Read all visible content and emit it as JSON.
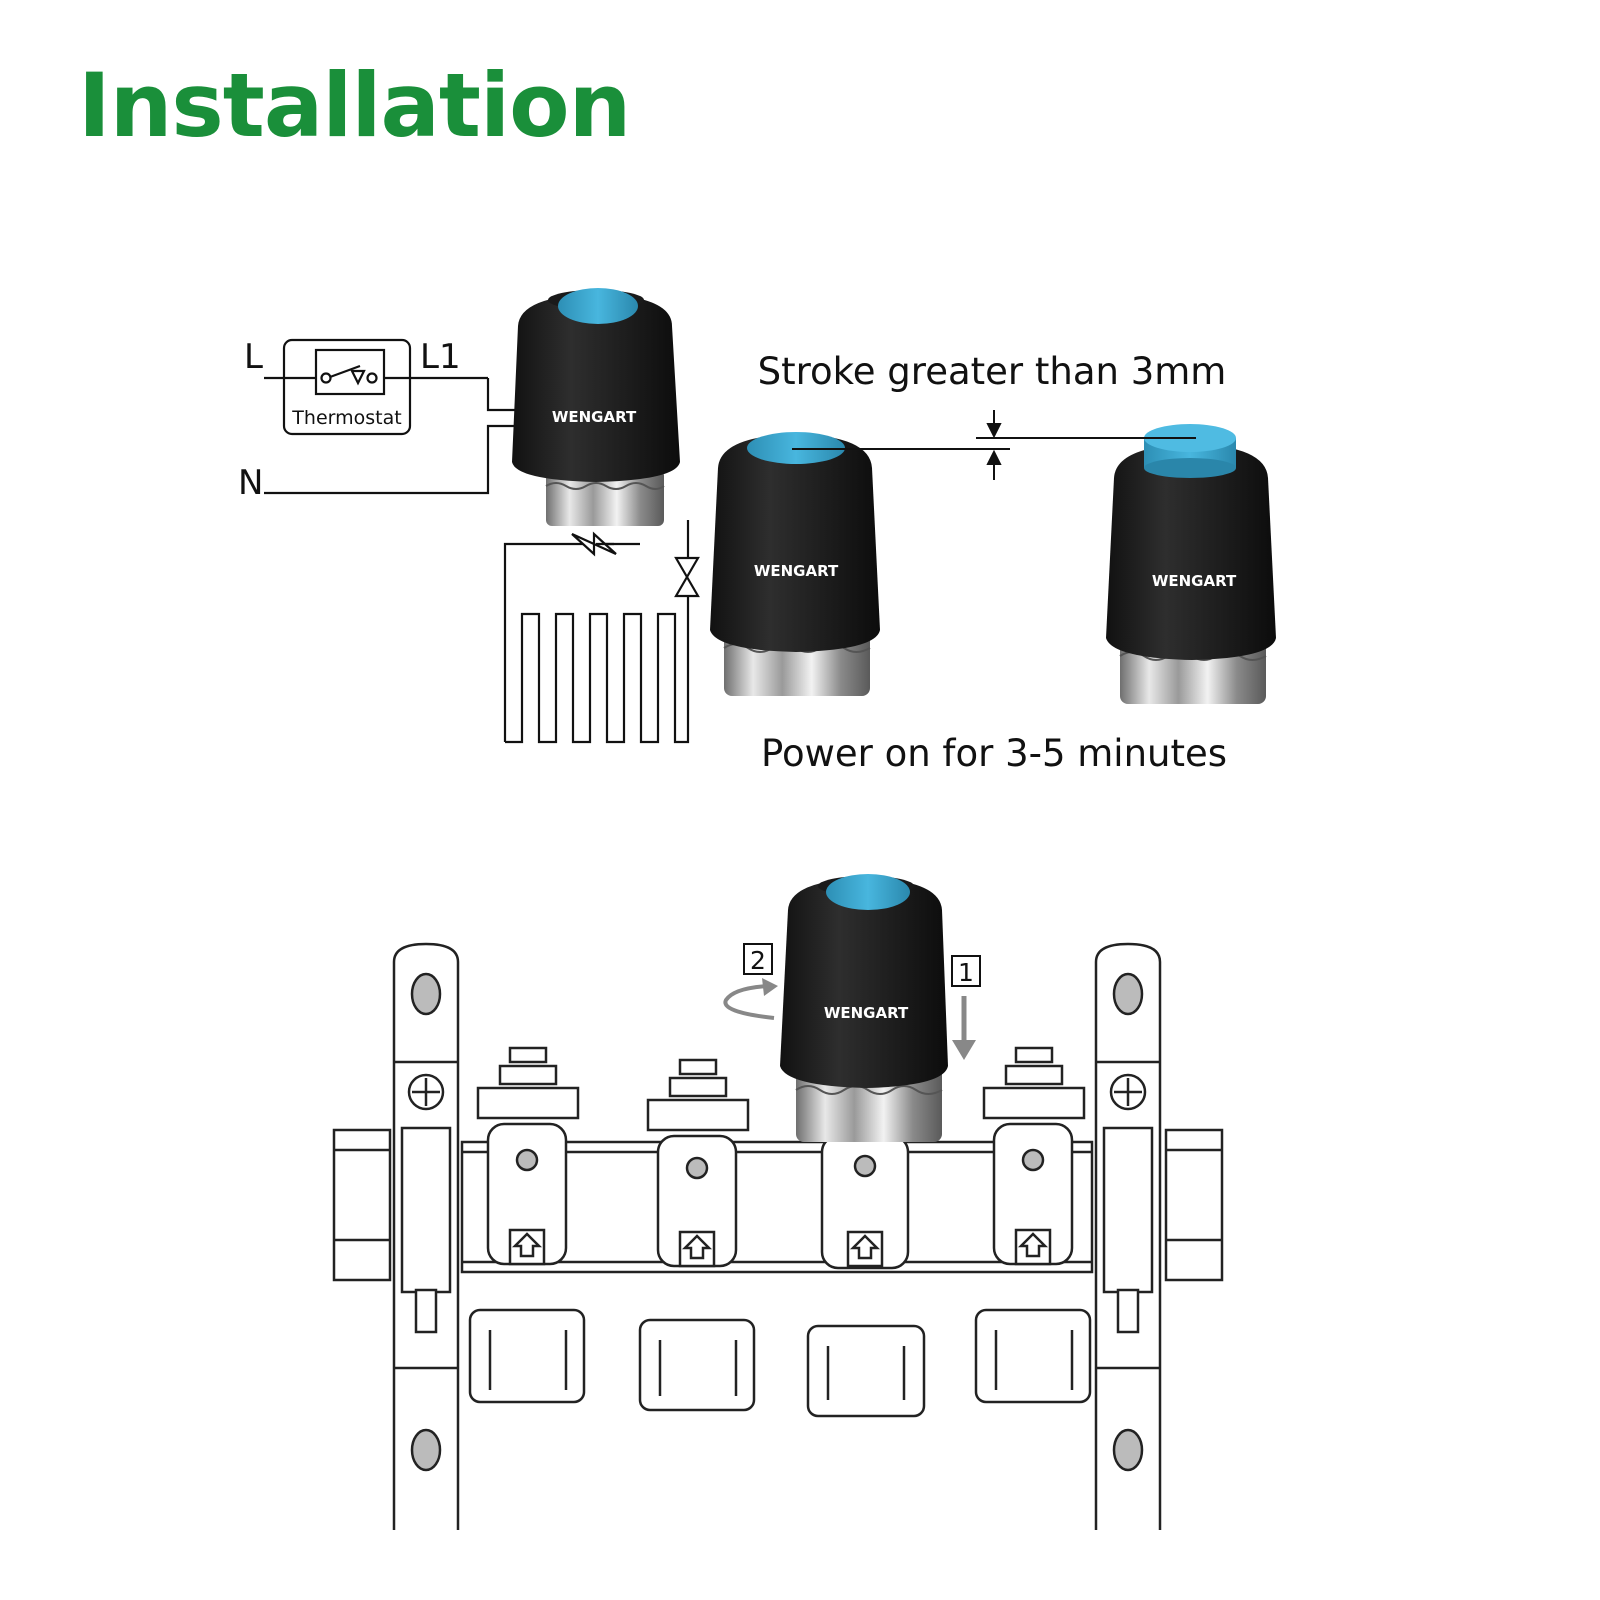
{
  "title": "Installation",
  "colors": {
    "title_green": "#1a8f3a",
    "cap_blue": "#37a6cf",
    "actuator_body": "#222222",
    "line": "#111111"
  },
  "wiring": {
    "live_label": "L",
    "switched_label": "L1",
    "neutral_label": "N",
    "thermostat_label": "Thermostat"
  },
  "actuator": {
    "brand": "WENGART"
  },
  "stroke_note": "Stroke greater than 3mm",
  "power_note": "Power on for 3-5 minutes",
  "install_steps": {
    "step_1": "1",
    "step_2": "2"
  }
}
